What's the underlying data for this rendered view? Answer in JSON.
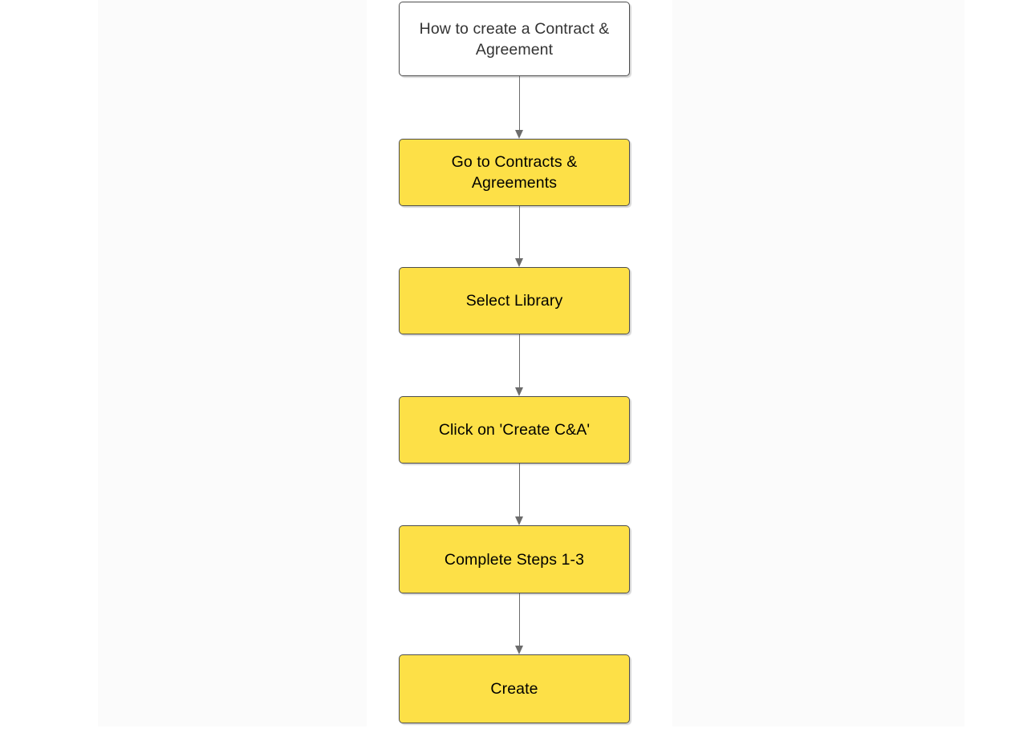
{
  "diagram": {
    "type": "flowchart",
    "direction": "top-to-bottom",
    "colors": {
      "step_fill": "#fde047",
      "start_fill": "#ffffff",
      "node_border": "#4d4d4d",
      "edge": "#6c6c6c",
      "page_background": "#fbfbfb",
      "canvas_background": "#ffffff",
      "start_text": "#333333",
      "step_text": "#000000"
    },
    "nodes": [
      {
        "id": "start",
        "label": "How to create a Contract & Agreement",
        "style": "start"
      },
      {
        "id": "step1",
        "label": "Go to Contracts & Agreements",
        "style": "step"
      },
      {
        "id": "step2",
        "label": "Select Library",
        "style": "step"
      },
      {
        "id": "step3",
        "label": "Click on 'Create C&A'",
        "style": "step"
      },
      {
        "id": "step4",
        "label": "Complete Steps 1-3",
        "style": "step"
      },
      {
        "id": "step5",
        "label": "Create",
        "style": "step"
      }
    ],
    "edges": [
      {
        "from": "start",
        "to": "step1",
        "label": ""
      },
      {
        "from": "step1",
        "to": "step2",
        "label": ""
      },
      {
        "from": "step2",
        "to": "step3",
        "label": ""
      },
      {
        "from": "step3",
        "to": "step4",
        "label": ""
      },
      {
        "from": "step4",
        "to": "step5",
        "label": ""
      }
    ]
  }
}
